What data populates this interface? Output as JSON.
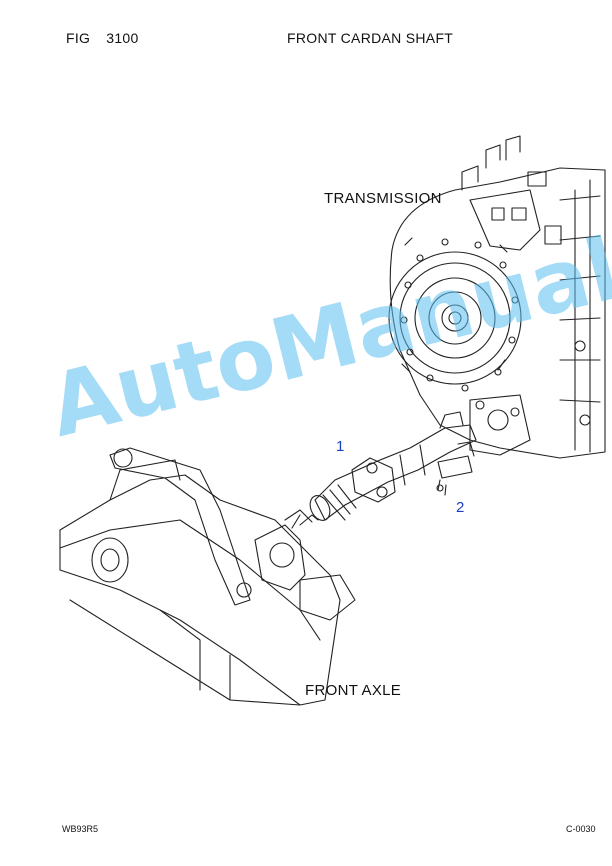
{
  "header": {
    "fig_label": "FIG",
    "fig_number": "3100",
    "title": "FRONT CARDAN SHAFT"
  },
  "labels": {
    "transmission": "TRANSMISSION",
    "front_axle": "FRONT AXLE"
  },
  "callouts": [
    "1",
    "2"
  ],
  "watermark": "AutoManual",
  "footer": {
    "left": "WB93R5",
    "right": "C-0030"
  },
  "colors": {
    "callout": "#1a3fbf",
    "watermark": "#5abef0"
  }
}
